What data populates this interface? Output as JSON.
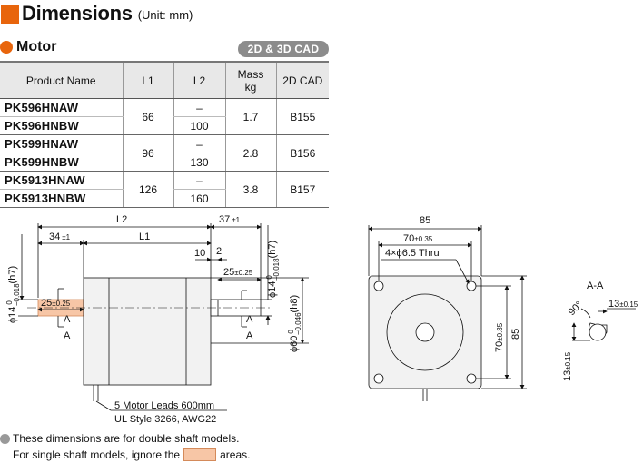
{
  "header": {
    "title": "Dimensions",
    "unit": "(Unit: mm)"
  },
  "section": {
    "title": "Motor",
    "cad_badge": "2D & 3D CAD"
  },
  "table": {
    "headers": [
      "Product Name",
      "L1",
      "L2",
      "Mass kg",
      "2D CAD"
    ],
    "mass_header_line1": "Mass",
    "mass_header_line2": "kg",
    "groups": [
      {
        "products": [
          "PK596HNAW",
          "PK596HNBW"
        ],
        "l1": "66",
        "l2": [
          "–",
          "100"
        ],
        "mass": "1.7",
        "cad": "B155"
      },
      {
        "products": [
          "PK599HNAW",
          "PK599HNBW"
        ],
        "l1": "96",
        "l2": [
          "–",
          "130"
        ],
        "mass": "2.8",
        "cad": "B156"
      },
      {
        "products": [
          "PK5913HNAW",
          "PK5913HNBW"
        ],
        "l1": "126",
        "l2": [
          "–",
          "160"
        ],
        "mass": "3.8",
        "cad": "B157"
      }
    ]
  },
  "drawing": {
    "l2": "L2",
    "l1": "L1",
    "dim_37": "37",
    "tol_pm1": "±1",
    "dim_34": "34",
    "dim_10": "10",
    "dim_2": "2",
    "dim_25": "25",
    "tol_025": "±0.25",
    "shaft_front": "ϕ14",
    "shaft_tol_top": "0",
    "shaft_tol_bot": "−0.018",
    "shaft_fit": "(h7)",
    "pilot": "ϕ60",
    "pilot_tol_top": "0",
    "pilot_tol_bot": "−0.046",
    "pilot_fit": "(h8)",
    "section_a": "A",
    "leads_line1": "5 Motor Leads 600mm",
    "leads_line2": "UL Style 3266, AWG22",
    "front_85": "85",
    "front_70": "70",
    "tol_035": "±0.35",
    "holes": "4×ϕ6.5 Thru",
    "section_title": "A-A",
    "angle_90": "90°",
    "dim_13": "13",
    "tol_015": "±0.15"
  },
  "notes": {
    "line1": "These dimensions are for double shaft models.",
    "line2_pre": "For single shaft models, ignore the",
    "line2_post": "areas."
  },
  "colors": {
    "accent": "#e8650c",
    "highlight": "#f7c6a6",
    "badge": "#8c8c8c"
  }
}
